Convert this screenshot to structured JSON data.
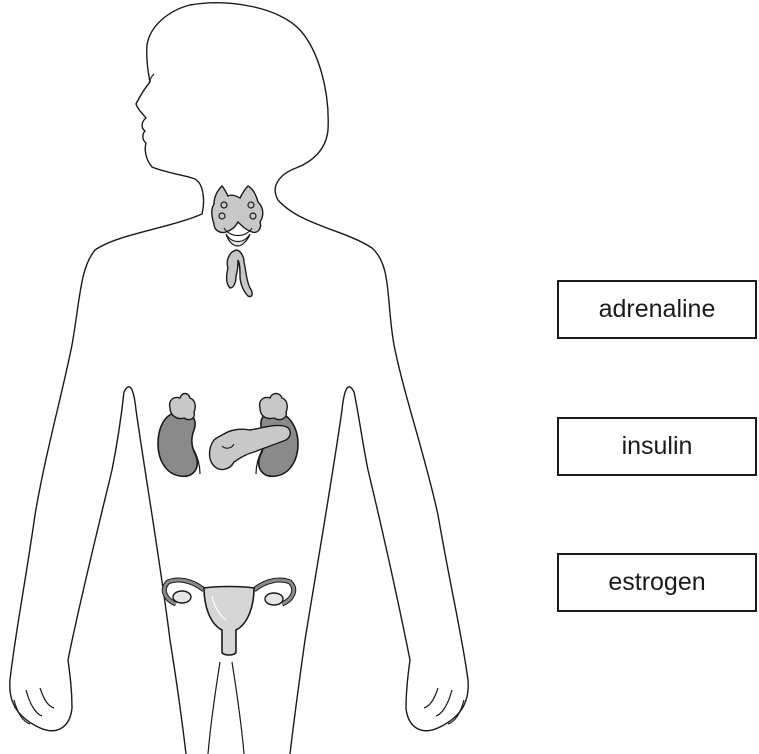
{
  "labels": [
    {
      "text": "adrenaline"
    },
    {
      "text": "insulin"
    },
    {
      "text": "estrogen"
    }
  ],
  "organs": [
    {
      "icon": "thyroid-gland-icon"
    },
    {
      "icon": "thymus-icon"
    },
    {
      "icon": "adrenal-kidney-icon"
    },
    {
      "icon": "pancreas-icon"
    },
    {
      "icon": "uterus-ovaries-icon"
    }
  ],
  "colors": {
    "outline": "#1a1a1a",
    "organ_fill": "#c8c8c8",
    "kidney_fill": "#8a8a8a",
    "background": "#ffffff"
  }
}
